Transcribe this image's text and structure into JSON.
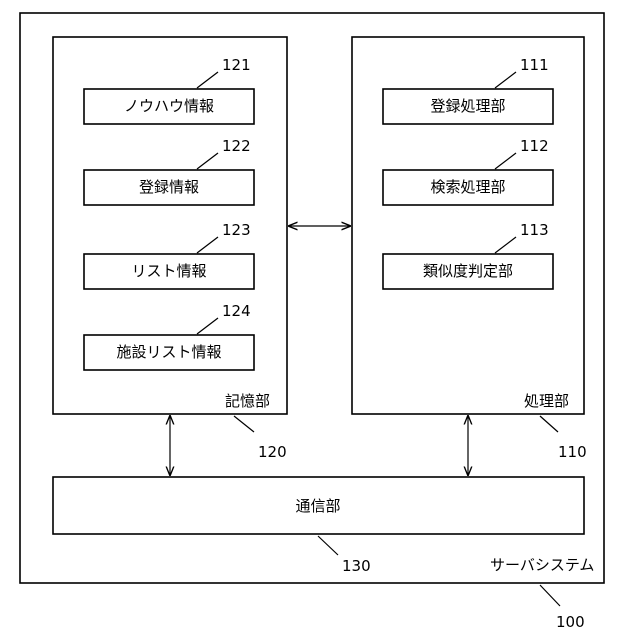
{
  "server_system": {
    "label": "サーバシステム",
    "ref": "100"
  },
  "storage_unit": {
    "label": "記憶部",
    "ref": "120",
    "items": [
      {
        "label": "ノウハウ情報",
        "ref": "121"
      },
      {
        "label": "登録情報",
        "ref": "122"
      },
      {
        "label": "リスト情報",
        "ref": "123"
      },
      {
        "label": "施設リスト情報",
        "ref": "124"
      }
    ]
  },
  "processing_unit": {
    "label": "処理部",
    "ref": "110",
    "items": [
      {
        "label": "登録処理部",
        "ref": "111"
      },
      {
        "label": "検索処理部",
        "ref": "112"
      },
      {
        "label": "類似度判定部",
        "ref": "113"
      }
    ]
  },
  "communication_unit": {
    "label": "通信部",
    "ref": "130"
  }
}
